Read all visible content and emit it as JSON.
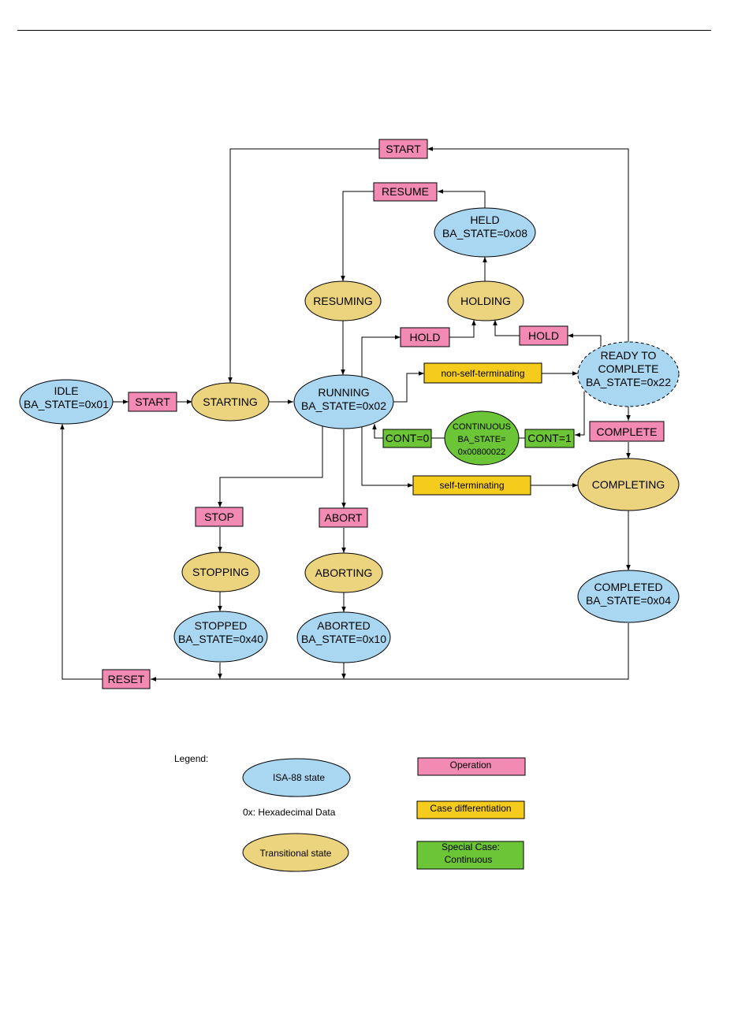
{
  "colors": {
    "isa88_state": "#a9d7f2",
    "transitional_state": "#ecd47f",
    "operation": "#f28ab3",
    "case_differentiation": "#f5cc1c",
    "special_continuous": "#6cc437",
    "stroke": "#000000"
  },
  "states": {
    "idle": [
      "IDLE",
      "BA_STATE=0x01"
    ],
    "starting": [
      "STARTING"
    ],
    "running": [
      "RUNNING",
      "BA_STATE=0x02"
    ],
    "resuming": [
      "RESUMING"
    ],
    "holding": [
      "HOLDING"
    ],
    "held": [
      "HELD",
      "BA_STATE=0x08"
    ],
    "ready_to_complete": [
      "READY TO",
      "COMPLETE",
      "BA_STATE=0x22"
    ],
    "continuous": [
      "CONTINUOUS",
      "BA_STATE=",
      "0x00800022"
    ],
    "completing": [
      "COMPLETING"
    ],
    "completed": [
      "COMPLETED",
      "BA_STATE=0x04"
    ],
    "stopping": [
      "STOPPING"
    ],
    "stopped": [
      "STOPPED",
      "BA_STATE=0x40"
    ],
    "aborting": [
      "ABORTING"
    ],
    "aborted": [
      "ABORTED",
      "BA_STATE=0x10"
    ]
  },
  "operations": {
    "start_top": "START",
    "resume": "RESUME",
    "hold_left": "HOLD",
    "hold_right": "HOLD",
    "start_idle": "START",
    "complete": "COMPLETE",
    "stop": "STOP",
    "abort": "ABORT",
    "reset": "RESET"
  },
  "cases": {
    "non_self_terminating": "non-self-terminating",
    "self_terminating": "self-terminating"
  },
  "continuous_ops": {
    "cont0": "CONT=0",
    "cont1": "CONT=1"
  },
  "legend": {
    "title": "Legend:",
    "isa88_state": "ISA-88 state",
    "hex_note": "0x: Hexadecimal Data",
    "transitional_state": "Transitional state",
    "operation": "Operation",
    "case_differentiation": "Case differentiation",
    "special_case": [
      "Special Case:",
      "Continuous"
    ]
  }
}
